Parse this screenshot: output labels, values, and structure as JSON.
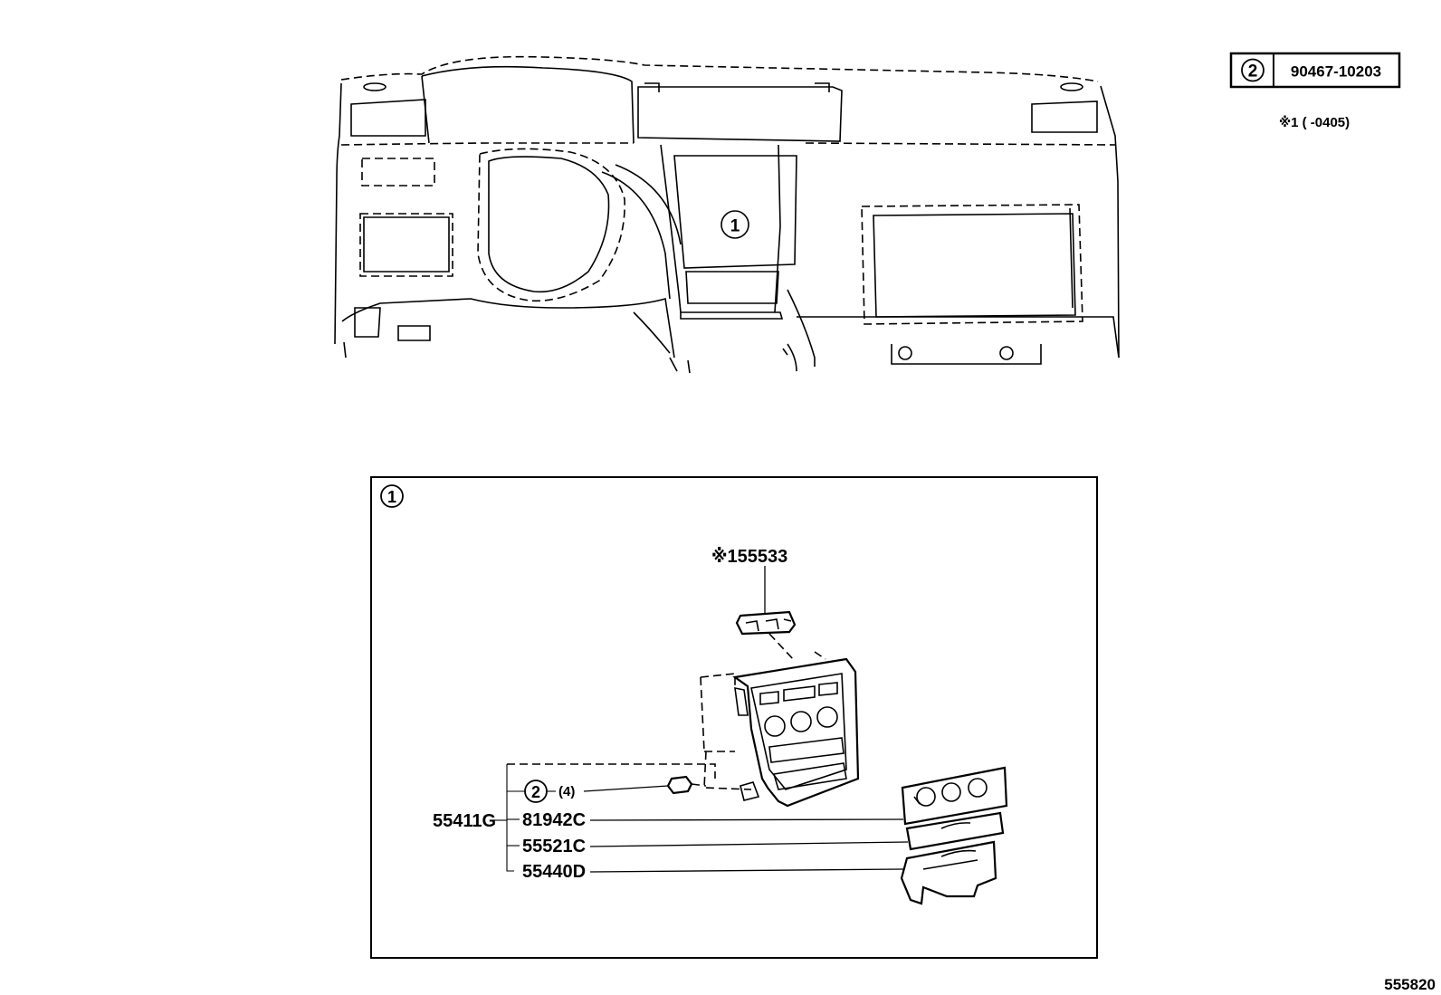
{
  "reference_table": {
    "callout": "2",
    "part_number": "90467-10203"
  },
  "footnote": "※1 (    -0405)",
  "detail_box": {
    "callout": "1"
  },
  "dashboard": {
    "callout": "1"
  },
  "parts": {
    "switch_top": "※155533",
    "clip_callout": "2",
    "clip_qty": "(4)",
    "panel_assembly": "55411G",
    "control_panel": "81942C",
    "pocket": "55521C",
    "lower_panel": "55440D"
  },
  "diagram_id": "555820"
}
